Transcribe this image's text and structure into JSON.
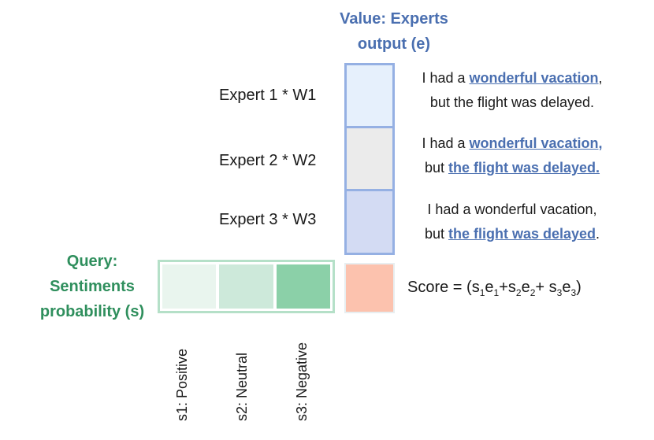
{
  "value_title": {
    "line1": "Value: Experts",
    "line2": "output (e)"
  },
  "query_title": {
    "line1": "Query:",
    "line2": "Sentiments",
    "line3": "probability (s)"
  },
  "experts": [
    {
      "label": "Expert 1 * W1",
      "color": "#e6f0fc"
    },
    {
      "label": "Expert 2 * W2",
      "color": "#ebebeb"
    },
    {
      "label": "Expert 3 * W3",
      "color": "#d3dbf3"
    }
  ],
  "sentences": [
    {
      "l1_pre": "I had a ",
      "l1_hl": "wonderful vacation",
      "l1_post": ",",
      "l2_pre": "but the flight was delayed.",
      "l2_hl": "",
      "l2_post": ""
    },
    {
      "l1_pre": "I had a ",
      "l1_hl": "wonderful vacation,",
      "l1_post": "",
      "l2_pre": "but ",
      "l2_hl": "the flight was delayed.",
      "l2_post": ""
    },
    {
      "l1_pre": "I had a wonderful vacation,",
      "l1_hl": "",
      "l1_post": "",
      "l2_pre": "but ",
      "l2_hl": "the flight was delayed",
      "l2_post": "."
    }
  ],
  "sentiments": [
    {
      "label": "s1: Positive",
      "color": "#e9f5ee"
    },
    {
      "label": "s2: Neutral",
      "color": "#cde9da"
    },
    {
      "label": "s3: Negative",
      "color": "#8bd0a8"
    }
  ],
  "score": {
    "prefix": "Score = (s",
    "s1": "1",
    "e1": "e",
    "e1sub": "1",
    "plus1": "+s",
    "s2": "2",
    "e2": "e",
    "e2sub": "2",
    "plus2": "+ s",
    "s3": "3",
    "e3": "e",
    "e3sub": "3",
    "suffix": ")",
    "box_color": "#fcc2ae"
  },
  "colors": {
    "value_border": "#95b0e3",
    "query_border": "#b5e0c8",
    "score_border": "#e8eef0"
  }
}
